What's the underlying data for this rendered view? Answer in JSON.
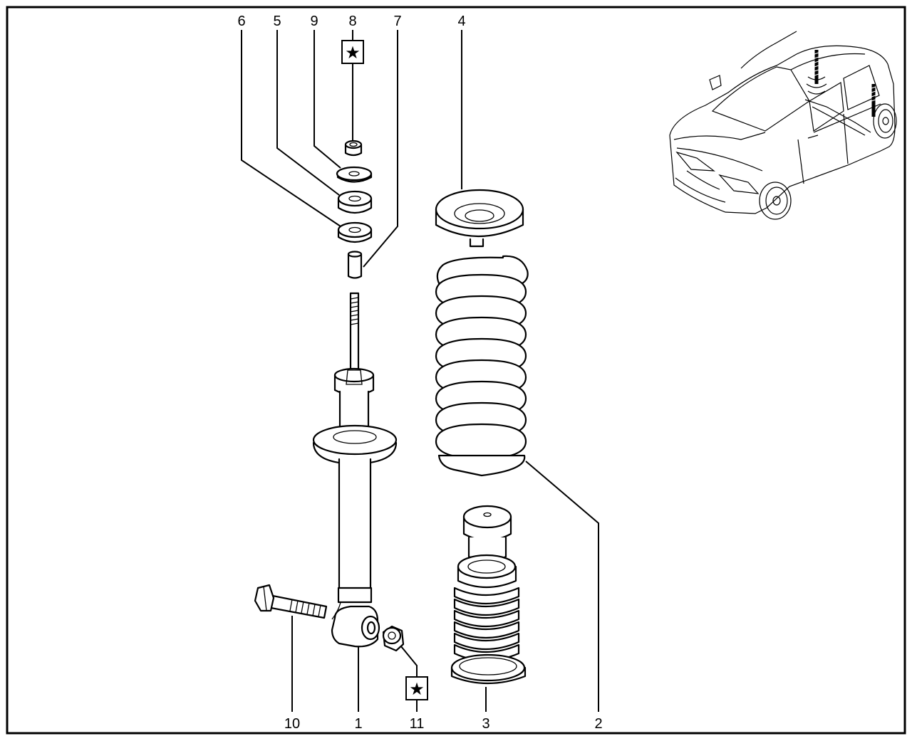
{
  "diagram": {
    "callouts": [
      {
        "id": "label-1",
        "text": "1"
      },
      {
        "id": "label-2",
        "text": "2"
      },
      {
        "id": "label-3",
        "text": "3"
      },
      {
        "id": "label-4",
        "text": "4"
      },
      {
        "id": "label-5",
        "text": "5"
      },
      {
        "id": "label-6",
        "text": "6"
      },
      {
        "id": "label-7",
        "text": "7"
      },
      {
        "id": "label-8",
        "text": "8"
      },
      {
        "id": "label-9",
        "text": "9"
      },
      {
        "id": "label-10",
        "text": "10"
      },
      {
        "id": "label-11",
        "text": "11"
      }
    ],
    "markers": {
      "star_symbol": "★",
      "marked_callouts": [
        "8",
        "11"
      ]
    }
  }
}
